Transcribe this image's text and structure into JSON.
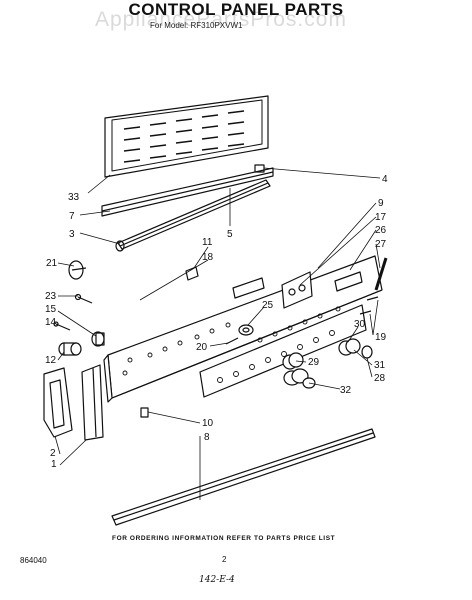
{
  "diagram": {
    "title": "CONTROL PANEL PARTS",
    "subtitle": "For Model: RF310PXVW1",
    "watermark": "AppliancePartsPros.com",
    "footer_note": "FOR ORDERING INFORMATION REFER TO PARTS PRICE LIST",
    "code": "864040",
    "page_number": "2",
    "handwritten_note": "142-E-4"
  },
  "callouts": [
    {
      "id": "33",
      "label": "33"
    },
    {
      "id": "7",
      "label": "7"
    },
    {
      "id": "3",
      "label": "3"
    },
    {
      "id": "4",
      "label": "4"
    },
    {
      "id": "5",
      "label": "5"
    },
    {
      "id": "9",
      "label": "9"
    },
    {
      "id": "17",
      "label": "17"
    },
    {
      "id": "26",
      "label": "26"
    },
    {
      "id": "27",
      "label": "27"
    },
    {
      "id": "11",
      "label": "11"
    },
    {
      "id": "18",
      "label": "18"
    },
    {
      "id": "21",
      "label": "21"
    },
    {
      "id": "23",
      "label": "23"
    },
    {
      "id": "15",
      "label": "15"
    },
    {
      "id": "14",
      "label": "14"
    },
    {
      "id": "12",
      "label": "12"
    },
    {
      "id": "25",
      "label": "25"
    },
    {
      "id": "20",
      "label": "20"
    },
    {
      "id": "29",
      "label": "29"
    },
    {
      "id": "30",
      "label": "30"
    },
    {
      "id": "19",
      "label": "19"
    },
    {
      "id": "31",
      "label": "31"
    },
    {
      "id": "28",
      "label": "28"
    },
    {
      "id": "32",
      "label": "32"
    },
    {
      "id": "10",
      "label": "10"
    },
    {
      "id": "8",
      "label": "8"
    },
    {
      "id": "2",
      "label": "2"
    },
    {
      "id": "1",
      "label": "1"
    }
  ]
}
